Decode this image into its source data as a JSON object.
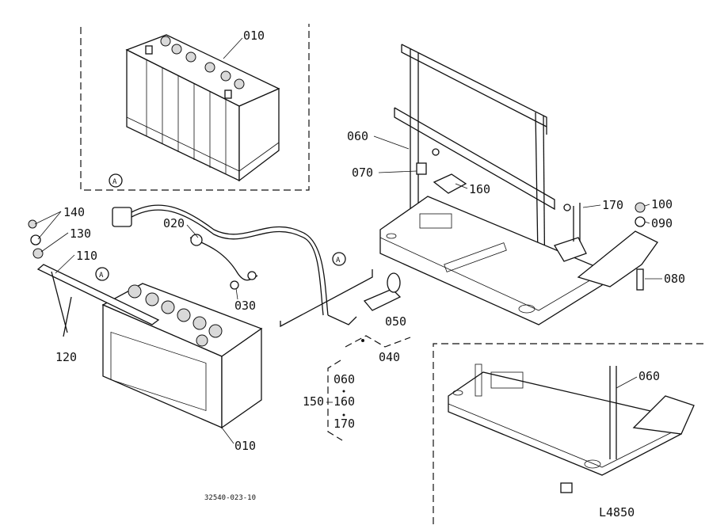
{
  "callouts": {
    "c010_top": "010",
    "c060_top": "060",
    "c070": "070",
    "c160": "160",
    "c170": "170",
    "c100": "100",
    "c090": "090",
    "c080": "080",
    "c140": "140",
    "c130": "130",
    "c110": "110",
    "c020": "020",
    "c030": "030",
    "c050": "050",
    "c040": "040",
    "c120": "120",
    "c010_bottom": "010",
    "c060_inset": "060"
  },
  "kit": {
    "prefix": "150",
    "items": [
      "060",
      "160",
      "170"
    ]
  },
  "circle_marks": [
    "A",
    "A",
    "A"
  ],
  "footer": {
    "drawing_number": "32540-023-10",
    "figure_code": "L4850"
  }
}
